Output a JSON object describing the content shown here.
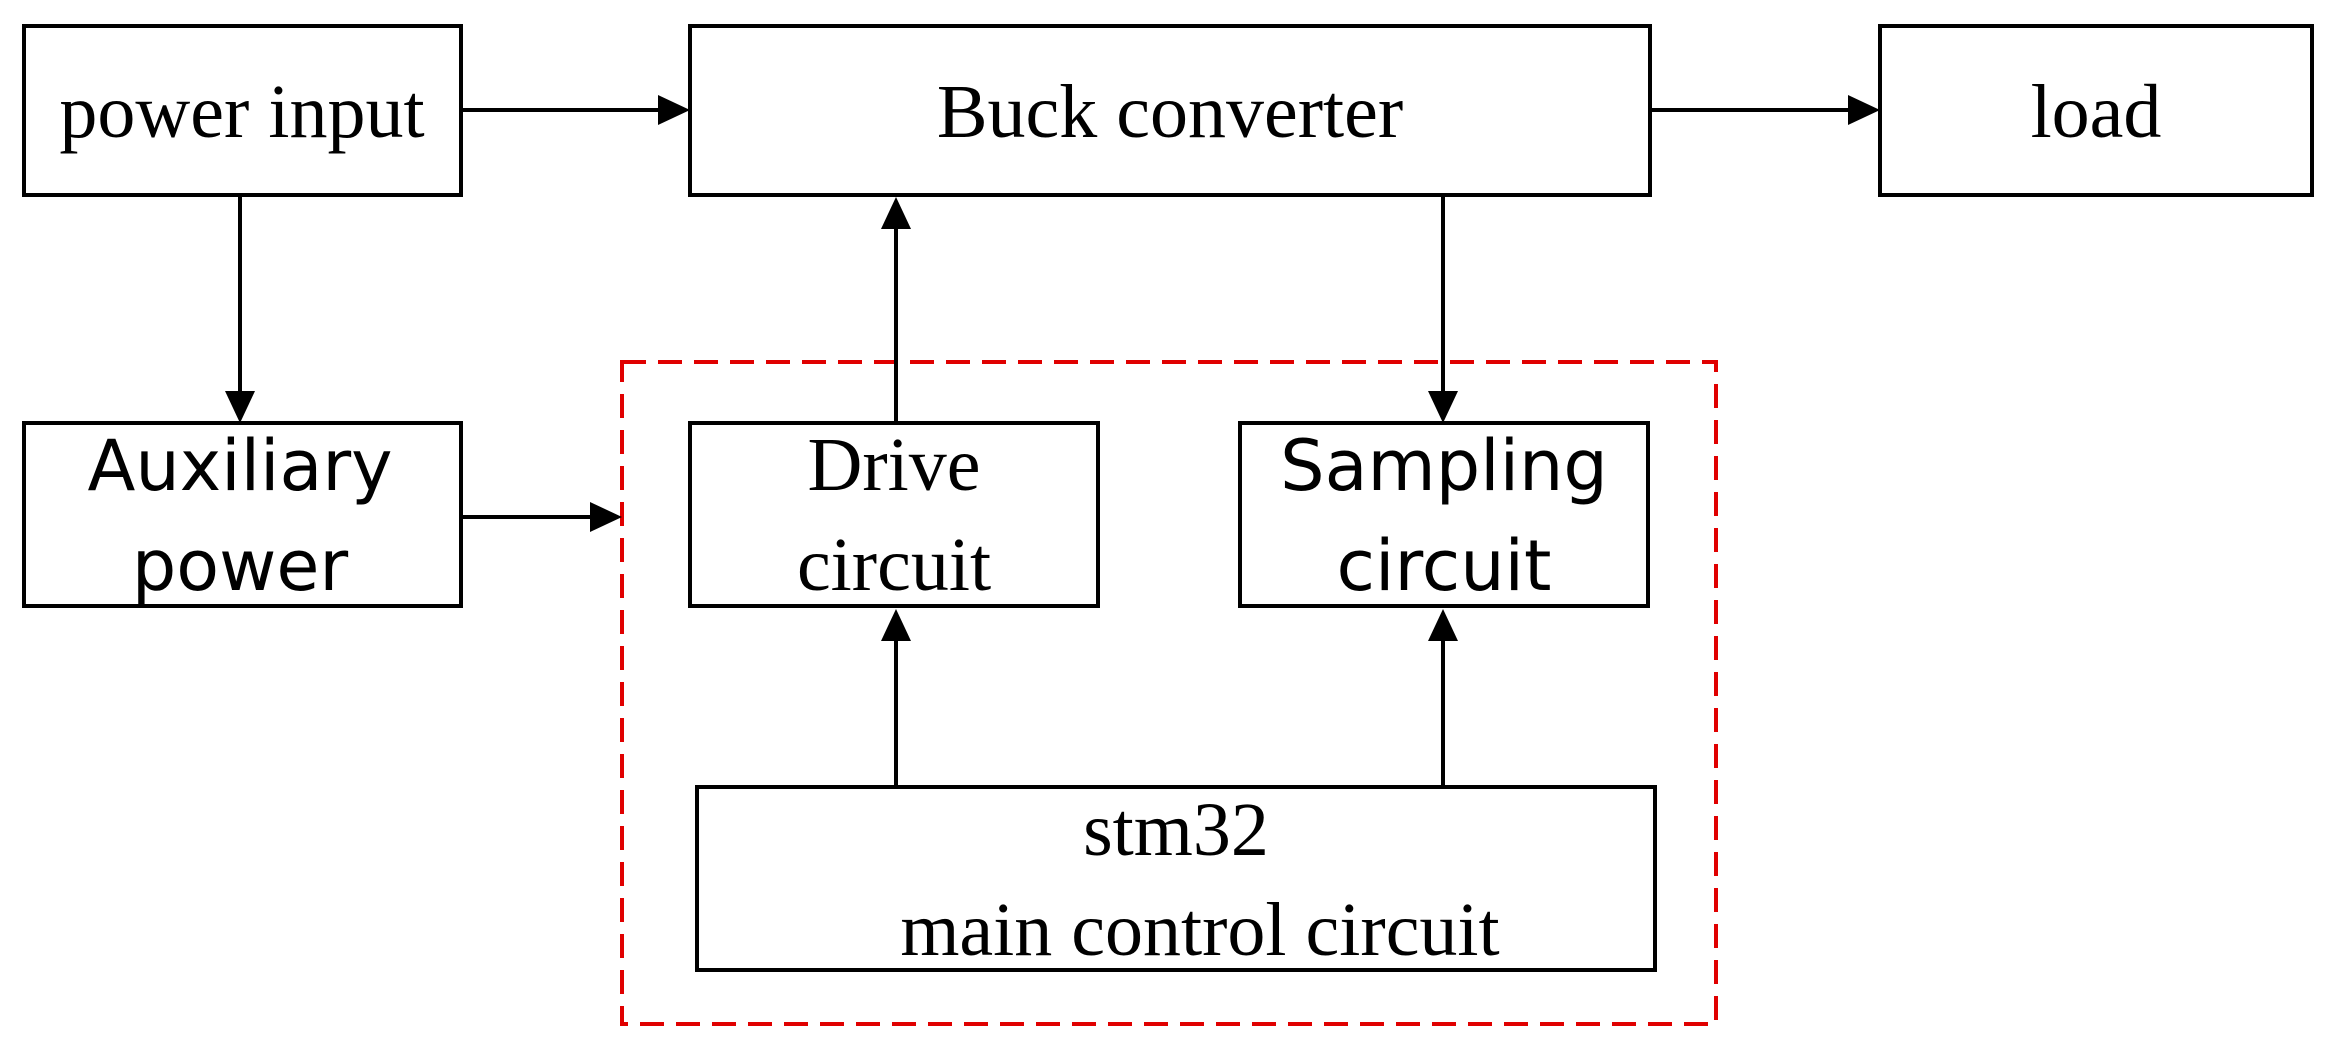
{
  "nodes": {
    "power_input": {
      "label": "power input"
    },
    "buck_converter": {
      "label": "Buck converter"
    },
    "load": {
      "label": "load"
    },
    "auxiliary_power": {
      "line1": "Auxiliary",
      "line2": "power"
    },
    "drive_circuit": {
      "line1": "Drive",
      "line2": "circuit"
    },
    "sampling_circuit": {
      "line1": "Sampling",
      "line2": "circuit"
    },
    "main_control": {
      "line1": "stm32",
      "line2": "main control circuit"
    }
  },
  "edges": [
    {
      "from": "power_input",
      "to": "buck_converter"
    },
    {
      "from": "buck_converter",
      "to": "load"
    },
    {
      "from": "power_input",
      "to": "auxiliary_power"
    },
    {
      "from": "auxiliary_power",
      "to": "control_group"
    },
    {
      "from": "drive_circuit",
      "to": "buck_converter"
    },
    {
      "from": "buck_converter",
      "to": "sampling_circuit"
    },
    {
      "from": "main_control",
      "to": "drive_circuit"
    },
    {
      "from": "main_control",
      "to": "sampling_circuit"
    }
  ],
  "colors": {
    "line": "#000000",
    "group_border": "#e00000",
    "box_fill": "#ffffff"
  }
}
